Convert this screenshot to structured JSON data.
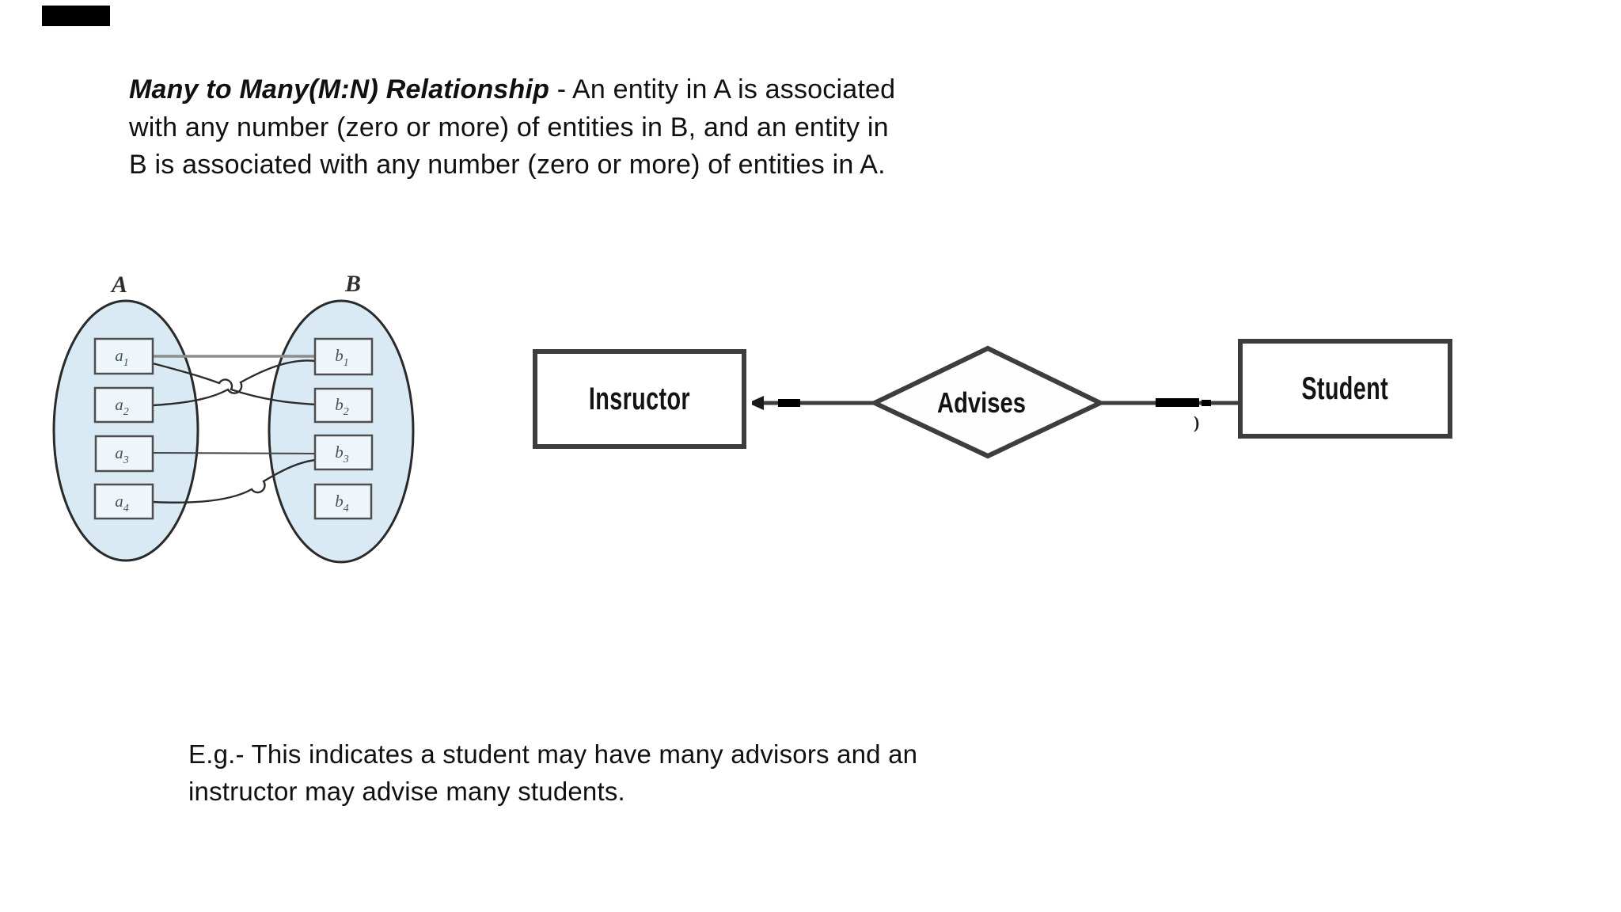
{
  "slide": {
    "background": "#ffffff",
    "top_left_marker_color": "#000000"
  },
  "title": {
    "bold_segment": "Many to Many(M:N) Relationship",
    "line1_rest": " - An entity in A is associated",
    "line2": "with any number (zero or more) of entities in B, and an entity in",
    "line3": "B is associated with any number (zero or more) of entities in A."
  },
  "set_diagram": {
    "left_set_label": "A",
    "right_set_label": "B",
    "left_items": [
      {
        "base": "a",
        "sub": "1"
      },
      {
        "base": "a",
        "sub": "2"
      },
      {
        "base": "a",
        "sub": "3"
      },
      {
        "base": "a",
        "sub": "4"
      }
    ],
    "right_items": [
      {
        "base": "b",
        "sub": "1"
      },
      {
        "base": "b",
        "sub": "2"
      },
      {
        "base": "b",
        "sub": "3"
      },
      {
        "base": "b",
        "sub": "4"
      }
    ],
    "mappings": [
      "a1-b1",
      "a1-b2",
      "a2-b1",
      "a3-b3",
      "a4-b3"
    ],
    "colors": {
      "ellipse_fill": "#d9eaf5",
      "ellipse_stroke": "#2a2a2a",
      "box_fill": "#eff6fb",
      "box_stroke": "#4e4e4e",
      "straight_link": "#8d8d8d",
      "curve_link": "#2c2c2c"
    }
  },
  "er_diagram": {
    "left_entity_label": "Insructor",
    "relationship_label": "Advises",
    "right_entity_label": "Student",
    "cardinality_mark": ")",
    "colors": {
      "shape_border": "#3d3d3d",
      "connector": "#3d3d3d",
      "connector_highlight": "#000000",
      "label_text": "#141414"
    }
  },
  "example": {
    "line1": "E.g.- This indicates a student may have many advisors and an",
    "line2": "instructor may advise many students."
  }
}
